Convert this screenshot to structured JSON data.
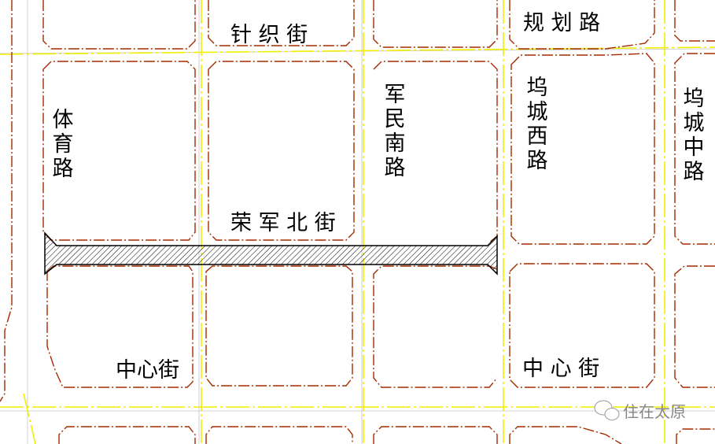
{
  "streets": {
    "zhenzhi_jie": "针 织 街",
    "guihua_lu": "规  划  路",
    "tiyu_lu": "体育路",
    "junmin_nan_lu": "军民南路",
    "wucheng_xi_lu": "坞城西路",
    "wucheng_zhong_lu": "坞城中路",
    "rongjun_bei_jie": "荣 军 北 街",
    "zhongxin_jie_left": "中心街",
    "zhongxin_jie_right": "中  心  街"
  },
  "watermark": {
    "text": "住在太原",
    "icon": "wechat-icon"
  },
  "colors": {
    "block_edge": "#a52a00",
    "centerline": "#f0f000",
    "project_road_hatch": "#000000"
  }
}
